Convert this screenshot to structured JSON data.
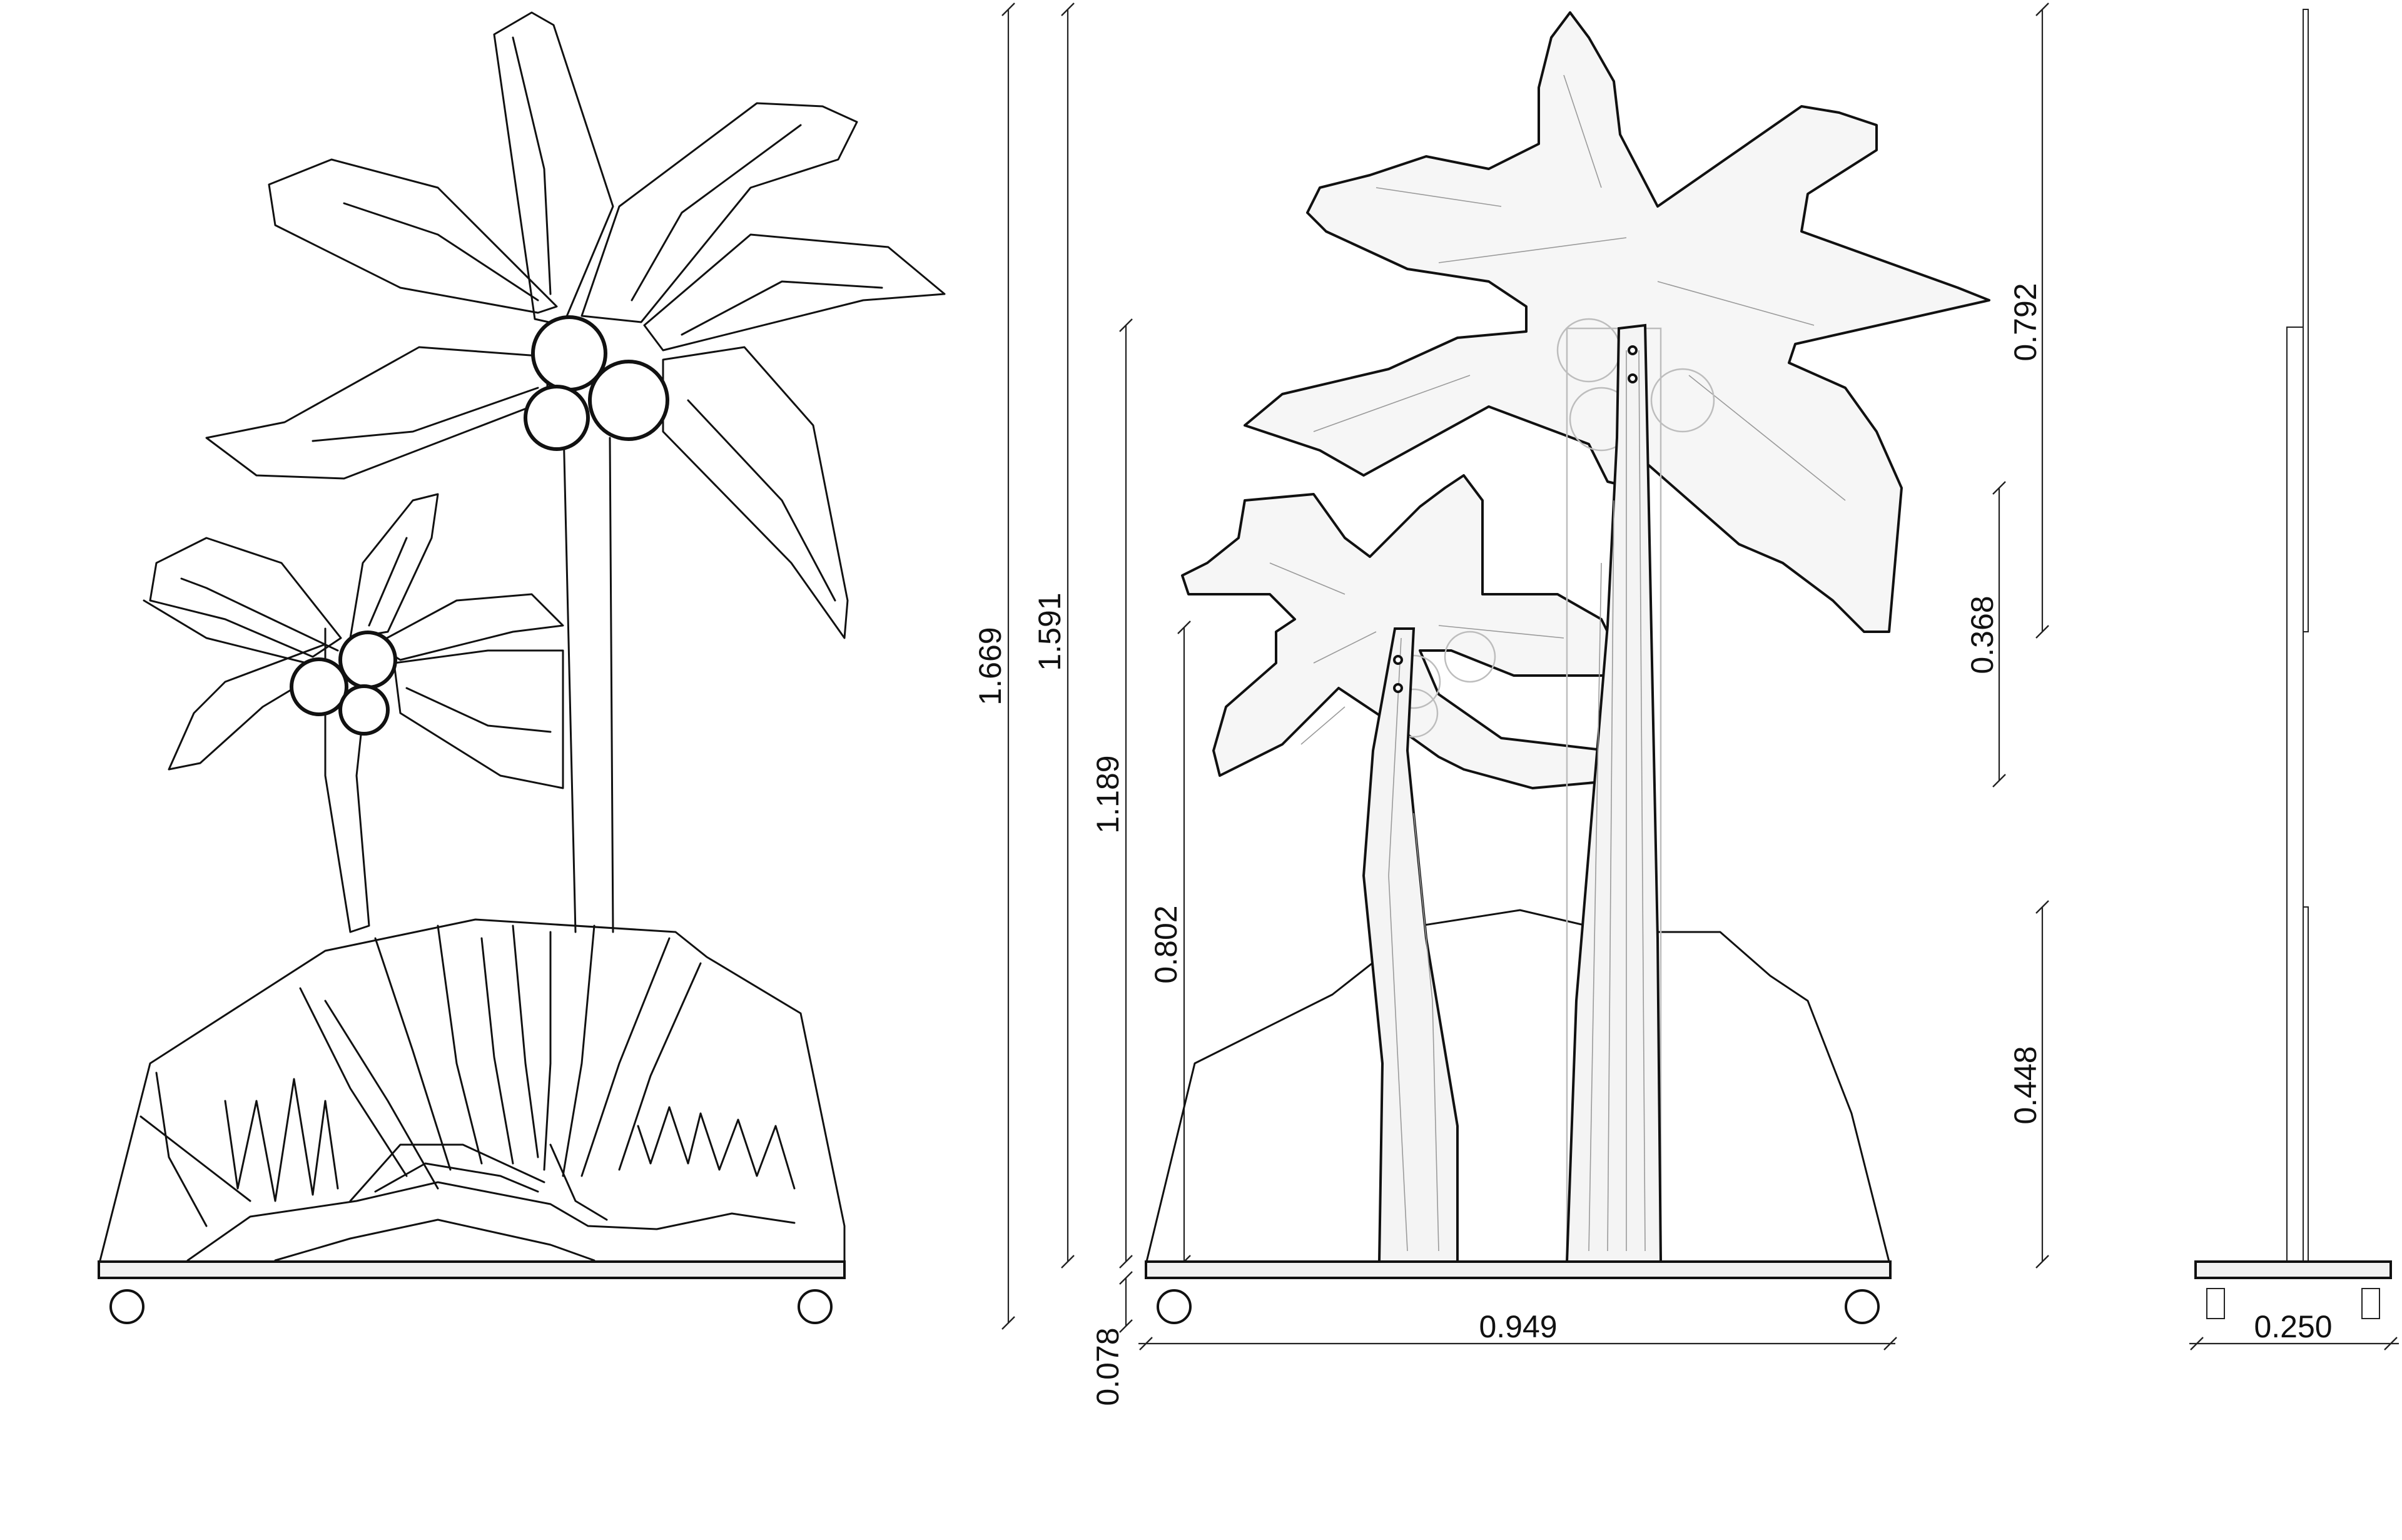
{
  "dimensions": {
    "overall_height": "1.669",
    "tall_tree_height": "1.591",
    "tall_trunk_height": "1.189",
    "short_trunk_height": "0.802",
    "wheel_height": "0.078",
    "base_width": "0.949",
    "upper_panel_height": "0.792",
    "middle_gap": "0.368",
    "lower_panel_height": "0.448",
    "base_depth": "0.250"
  }
}
